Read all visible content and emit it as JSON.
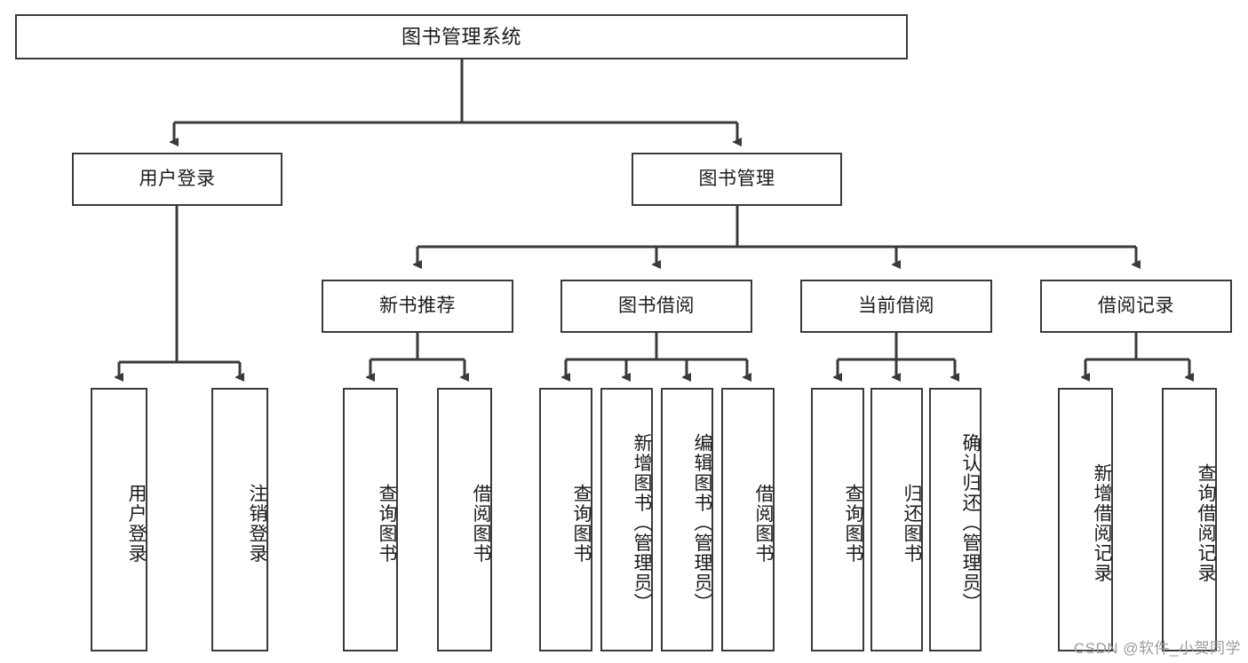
{
  "diagram": {
    "title": "图书管理系统",
    "type": "hierarchy-tree",
    "levels": 4,
    "stroke_color": "#3a3a3a",
    "fill_color": "#ffffff",
    "text_color": "#1b1b1b"
  },
  "root": {
    "label": "图书管理系统"
  },
  "level2": [
    {
      "label": "用户登录"
    },
    {
      "label": "图书管理"
    }
  ],
  "level3": [
    {
      "label": "新书推荐"
    },
    {
      "label": "图书借阅"
    },
    {
      "label": "当前借阅"
    },
    {
      "label": "借阅记录"
    }
  ],
  "leaves": {
    "user_login": [
      {
        "label": "用户登录"
      },
      {
        "label": "注销登录"
      }
    ],
    "new_book_recommend": [
      {
        "label": "查询图书"
      },
      {
        "label": "借阅图书"
      }
    ],
    "book_borrow": [
      {
        "label": "查询图书"
      },
      {
        "label": "新增图书（管理员）"
      },
      {
        "label": "编辑图书（管理员）"
      },
      {
        "label": "借阅图书"
      }
    ],
    "current_borrow": [
      {
        "label": "查询图书"
      },
      {
        "label": "归还图书"
      },
      {
        "label": "确认归还（管理员）"
      }
    ],
    "borrow_record": [
      {
        "label": "新增借阅记录"
      },
      {
        "label": "查询借阅记录"
      }
    ]
  },
  "watermark": {
    "text": "CSDN @软件_小贺同学"
  }
}
